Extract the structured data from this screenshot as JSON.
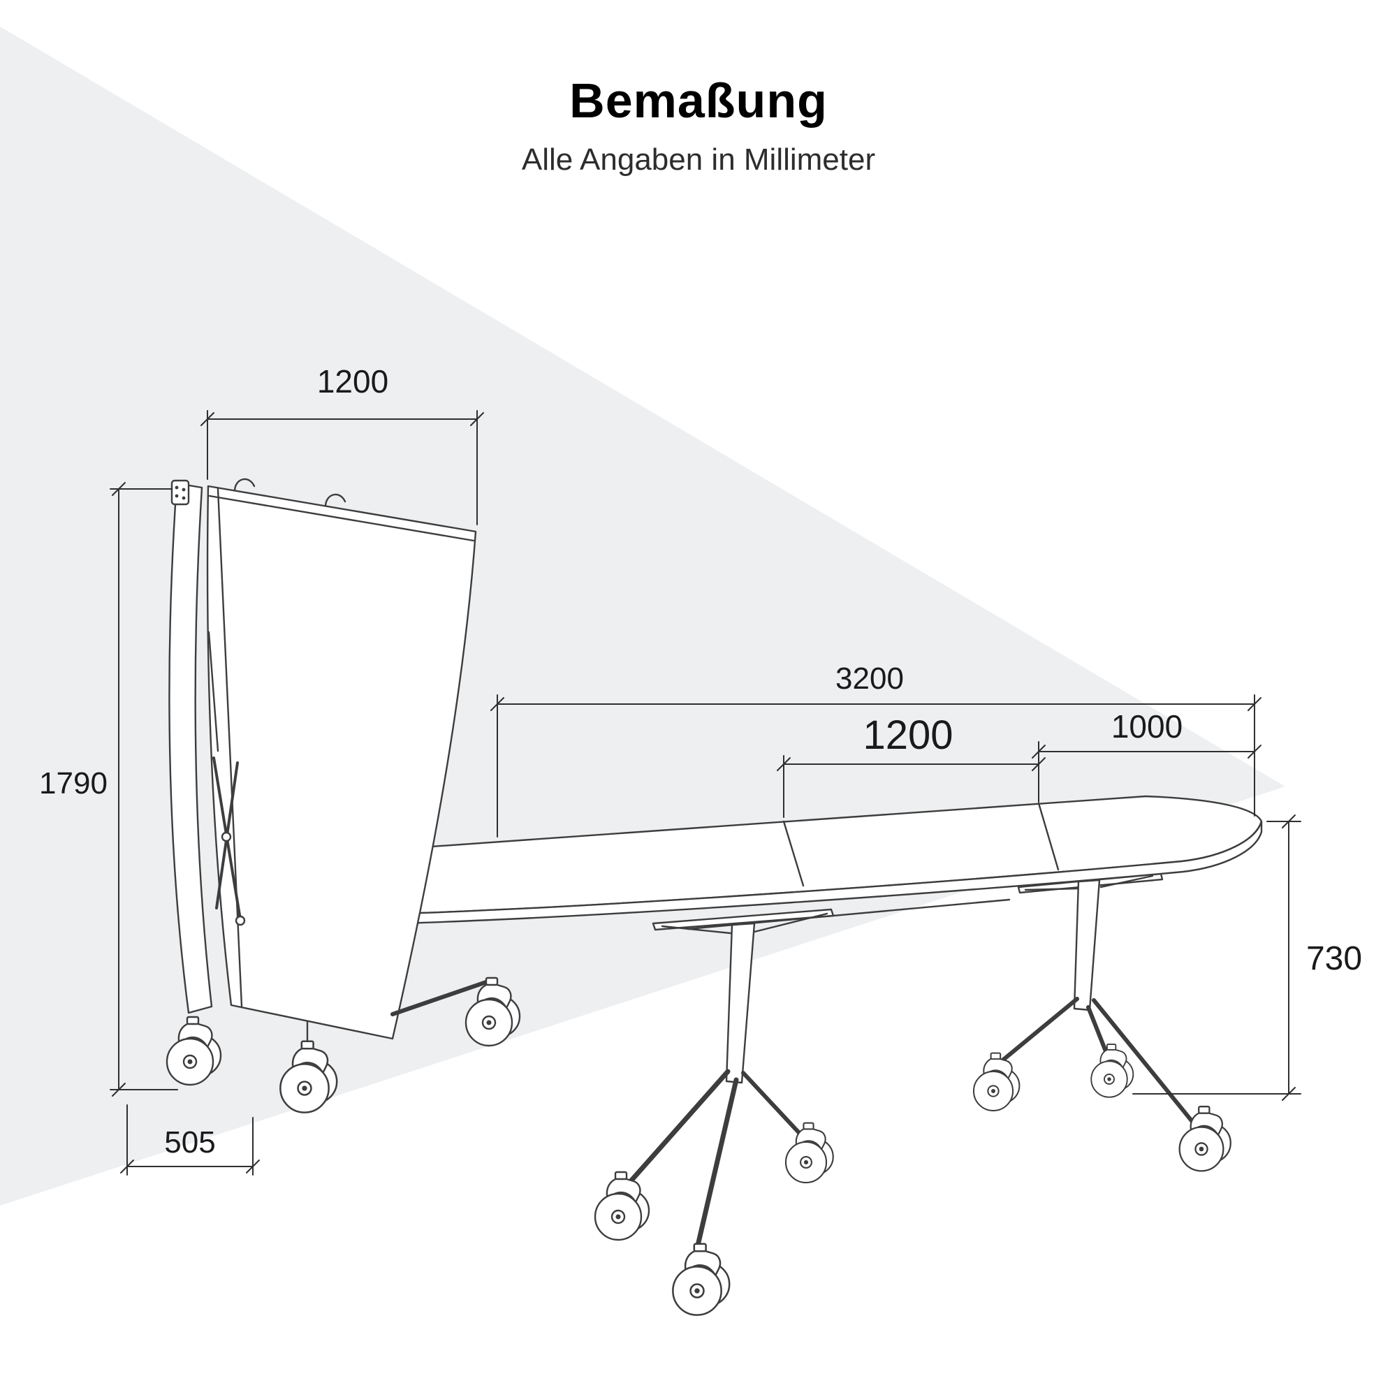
{
  "header": {
    "title": "Bemaßung",
    "subtitle": "Alle Angaben in Millimeter"
  },
  "dimensions": {
    "folded_width": "1200",
    "folded_height": "1790",
    "folded_depth": "505",
    "table_length": "3200",
    "table_section_middle": "1200",
    "table_section_end": "1000",
    "table_height": "730"
  },
  "colors": {
    "background": "#ffffff",
    "wedge": "#edeff1",
    "line": "#3d3d3d",
    "dim": "#2f2f2f",
    "text": "#1a1a1a"
  }
}
